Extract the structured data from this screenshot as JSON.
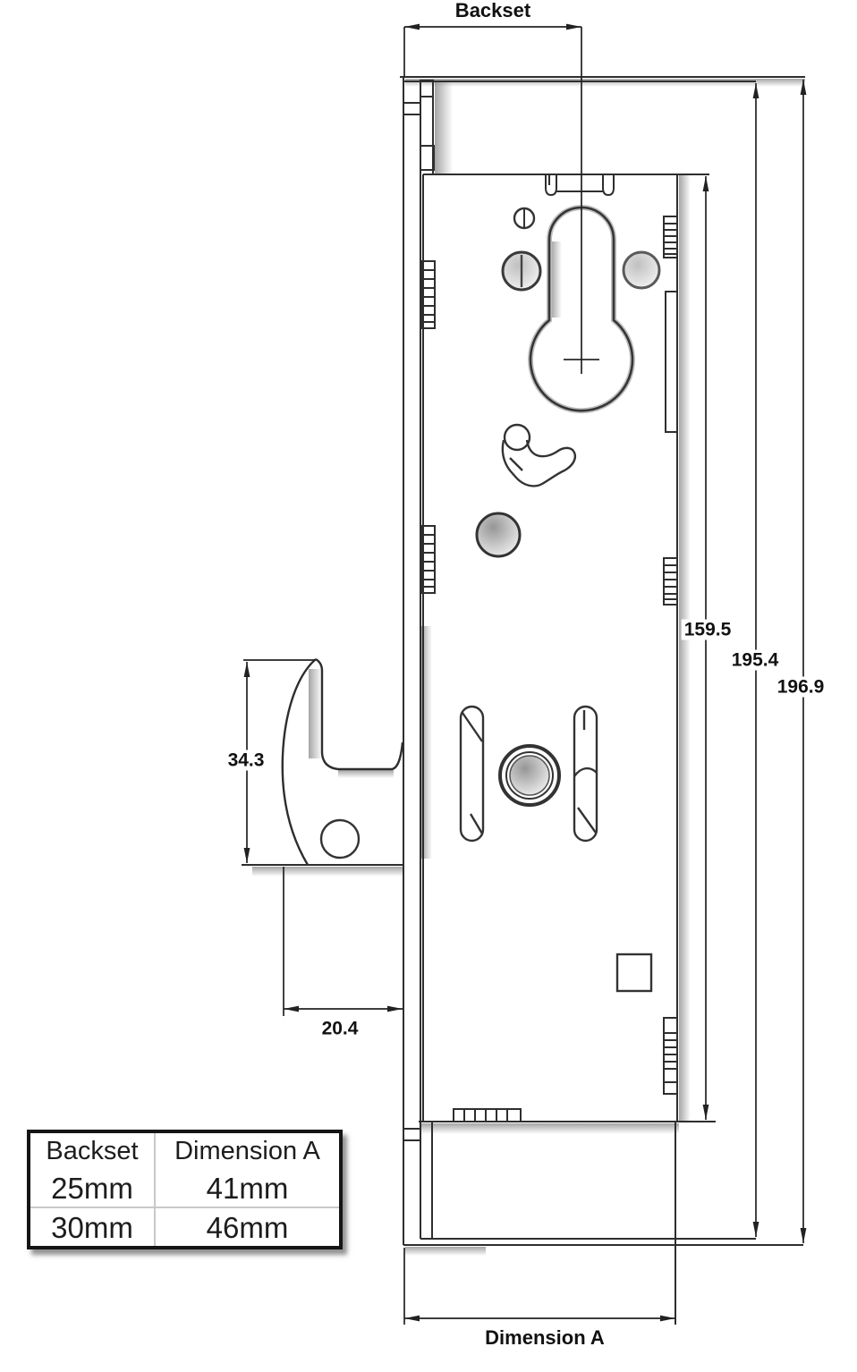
{
  "labels": {
    "backset": "Backset",
    "case_length": "159.5",
    "overall_length_inner": "195.4",
    "overall_length_outer": "196.9",
    "hook_height": "34.3",
    "hook_projection": "20.4",
    "dimension_a": "Dimension A"
  },
  "table": {
    "columns": [
      "Backset",
      "Dimension A"
    ],
    "rows": [
      [
        "25mm",
        "41mm"
      ],
      [
        "30mm",
        "46mm"
      ]
    ]
  },
  "colors": {
    "background": "#ffffff",
    "line": "#2e2e2e",
    "dimension_line": "#222222",
    "shadow": "#8f8f8f",
    "text": "#111111",
    "table_border": "#151515",
    "table_divider": "#c8c8c8"
  }
}
